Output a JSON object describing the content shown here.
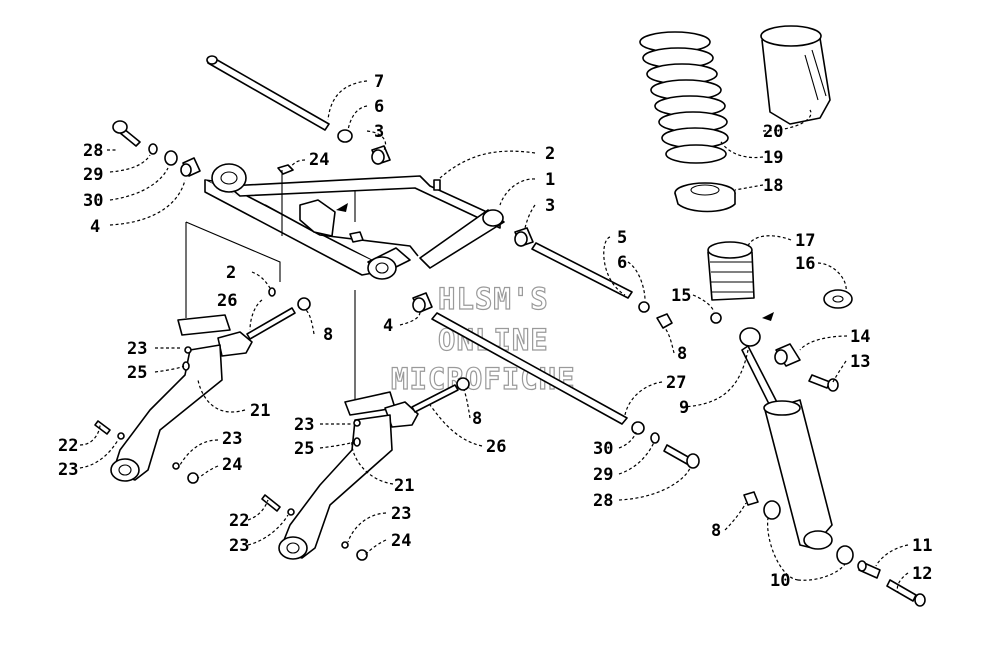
{
  "watermark": {
    "line1": "HLSM'S",
    "line2": "ONLINE",
    "line3": "MICROFICHE"
  },
  "callouts": [
    {
      "id": "c7",
      "label": "7"
    },
    {
      "id": "c6a",
      "label": "6"
    },
    {
      "id": "c3a",
      "label": "3"
    },
    {
      "id": "c28a",
      "label": "28"
    },
    {
      "id": "c29a",
      "label": "29"
    },
    {
      "id": "c30a",
      "label": "30"
    },
    {
      "id": "c4a",
      "label": "4"
    },
    {
      "id": "c24a",
      "label": "24"
    },
    {
      "id": "c2a",
      "label": "2"
    },
    {
      "id": "c1",
      "label": "1"
    },
    {
      "id": "c3b",
      "label": "3"
    },
    {
      "id": "c2b",
      "label": "2"
    },
    {
      "id": "c26a",
      "label": "26"
    },
    {
      "id": "c8a",
      "label": "8"
    },
    {
      "id": "c23a",
      "label": "23"
    },
    {
      "id": "c25a",
      "label": "25"
    },
    {
      "id": "c21a",
      "label": "21"
    },
    {
      "id": "c22a",
      "label": "22"
    },
    {
      "id": "c23b",
      "label": "23"
    },
    {
      "id": "c23c",
      "label": "23"
    },
    {
      "id": "c24b",
      "label": "24"
    },
    {
      "id": "c4b",
      "label": "4"
    },
    {
      "id": "c5",
      "label": "5"
    },
    {
      "id": "c6b",
      "label": "6"
    },
    {
      "id": "c8b",
      "label": "8"
    },
    {
      "id": "c23d",
      "label": "23"
    },
    {
      "id": "c25b",
      "label": "25"
    },
    {
      "id": "c8c",
      "label": "8"
    },
    {
      "id": "c26b",
      "label": "26"
    },
    {
      "id": "c27",
      "label": "27"
    },
    {
      "id": "c30b",
      "label": "30"
    },
    {
      "id": "c29b",
      "label": "29"
    },
    {
      "id": "c28b",
      "label": "28"
    },
    {
      "id": "c21b",
      "label": "21"
    },
    {
      "id": "c22b",
      "label": "22"
    },
    {
      "id": "c23e",
      "label": "23"
    },
    {
      "id": "c23f",
      "label": "23"
    },
    {
      "id": "c24c",
      "label": "24"
    },
    {
      "id": "c20",
      "label": "20"
    },
    {
      "id": "c19",
      "label": "19"
    },
    {
      "id": "c18",
      "label": "18"
    },
    {
      "id": "c17",
      "label": "17"
    },
    {
      "id": "c16",
      "label": "16"
    },
    {
      "id": "c15",
      "label": "15"
    },
    {
      "id": "c14",
      "label": "14"
    },
    {
      "id": "c13",
      "label": "13"
    },
    {
      "id": "c9",
      "label": "9"
    },
    {
      "id": "c8d",
      "label": "8"
    },
    {
      "id": "c10",
      "label": "10"
    },
    {
      "id": "c11",
      "label": "11"
    },
    {
      "id": "c12",
      "label": "12"
    }
  ]
}
